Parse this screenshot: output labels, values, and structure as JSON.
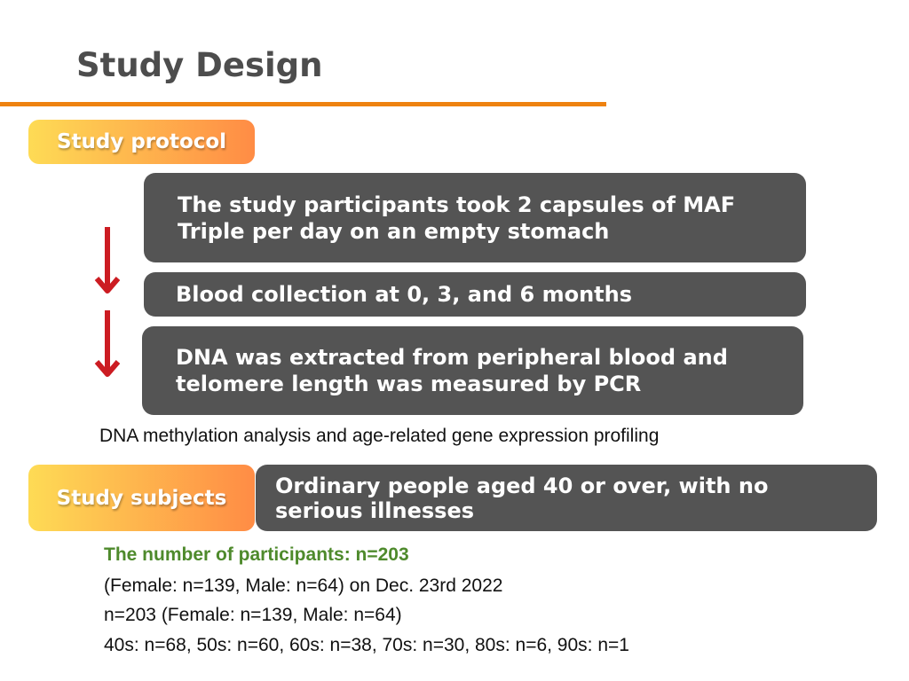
{
  "title": "Study Design",
  "protocol": {
    "label": "Study protocol",
    "steps": [
      "The study participants took 2 capsules of MAF Triple per day on an empty stomach",
      "Blood collection at 0, 3, and 6 months",
      "DNA was extracted from peripheral blood and telomere length was measured by PCR"
    ],
    "note": "DNA methylation analysis and age-related gene expression profiling"
  },
  "subjects": {
    "label": "Study subjects",
    "description": "Ordinary people aged 40 or over, with no serious illnesses",
    "count_heading": "The number of participants: n=203",
    "lines": [
      "(Female: n=139, Male: n=64) on Dec. 23rd 2022",
      "n=203 (Female: n=139, Male: n=64)",
      "40s: n=68, 50s: n=60, 60s: n=38, 70s: n=30, 80s: n=6, 90s: n=1"
    ]
  },
  "colors": {
    "accent": "#ee8210",
    "arrow": "#cc1c22",
    "box": "#545454",
    "heading_green": "#4e8a2c"
  }
}
